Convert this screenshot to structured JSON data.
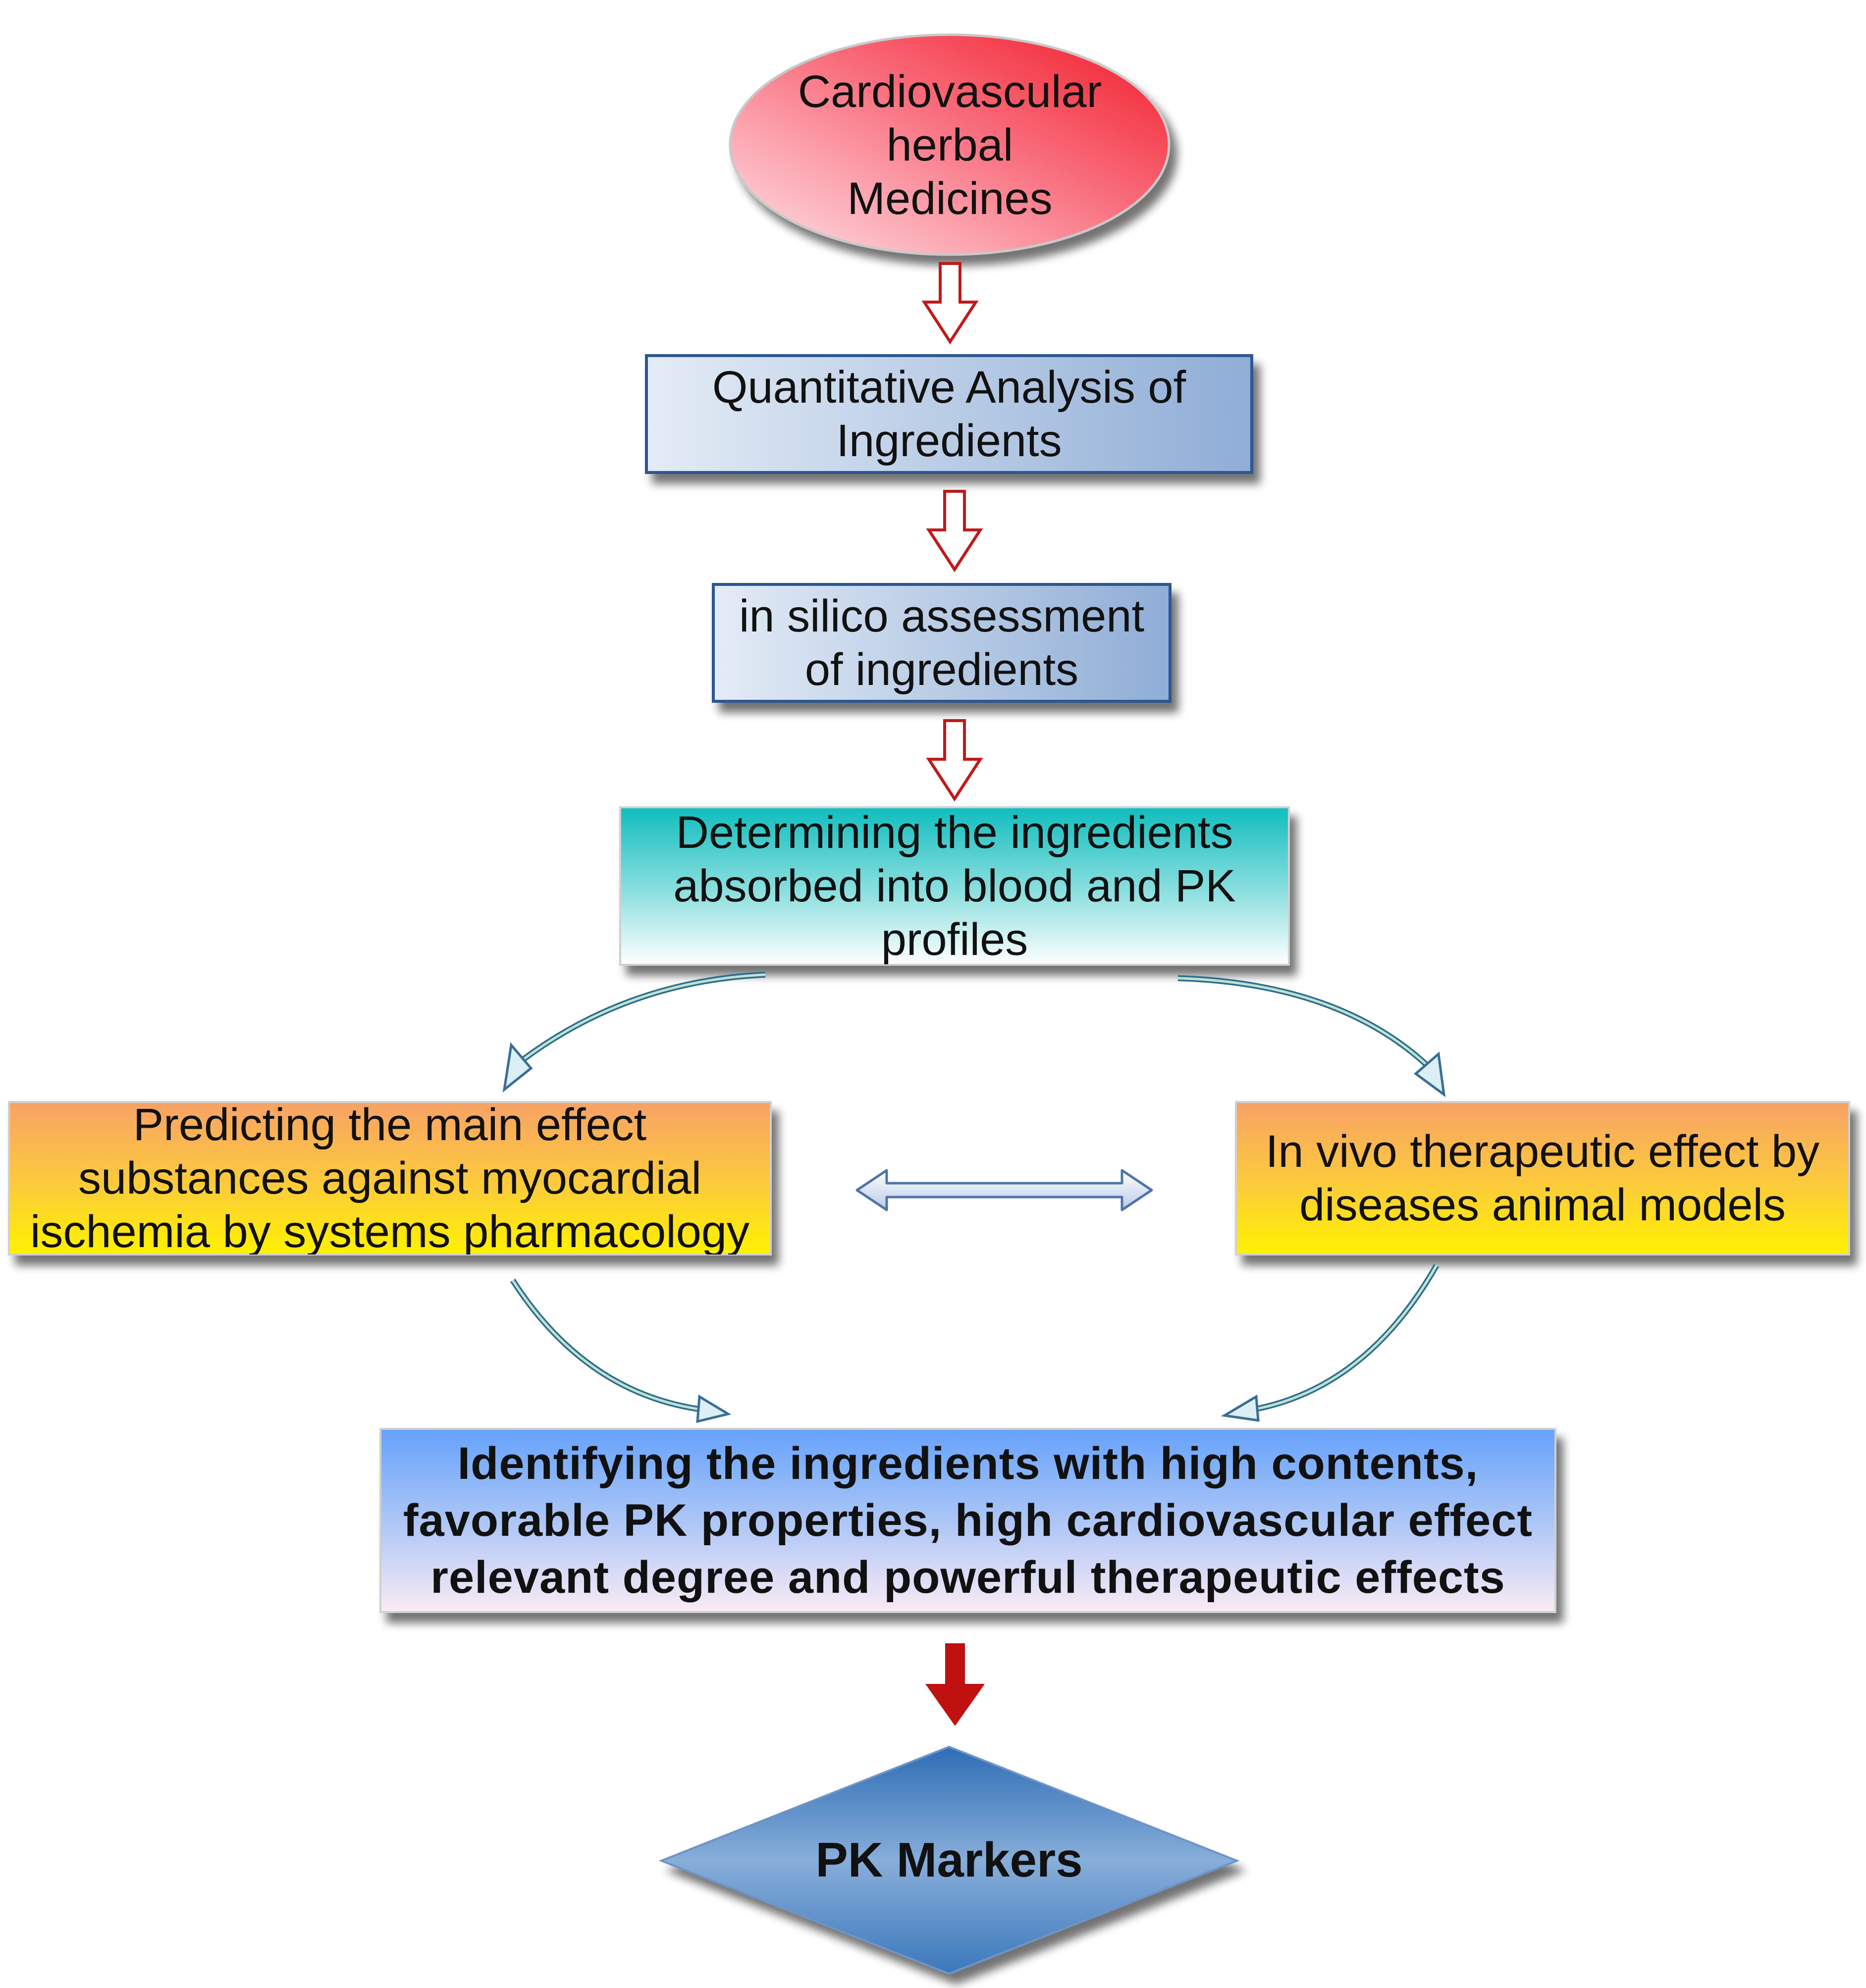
{
  "diagram": {
    "start": {
      "label": "Cardiovascular herbal Medicines"
    },
    "step_quantitative": {
      "label": "Quantitative Analysis of Ingredients"
    },
    "step_insilico": {
      "label": "in silico assessment of ingredients"
    },
    "step_absorbed": {
      "label": "Determining the ingredients absorbed into blood and PK profiles"
    },
    "step_predicting": {
      "label": "Predicting the main effect substances against myocardial ischemia by systems pharmacology"
    },
    "step_invivo": {
      "label": "In vivo therapeutic effect by diseases animal models"
    },
    "step_identifying": {
      "label": "Identifying the ingredients with high contents, favorable PK properties, high cardiovascular effect relevant degree and powerful therapeutic effects"
    },
    "end": {
      "label": "PK Markers"
    }
  },
  "colors": {
    "start_light": "#FDD7DE",
    "start_dark": "#F5212F",
    "box_light": "#E1EAF4",
    "box_dark": "#92B0D8",
    "teal": "#12BFC0",
    "orange": "#F7A565",
    "yellow": "#FFF000",
    "blue_box": "#6BA5FB",
    "pink_box": "#F8E8F4",
    "arrow_red": "#C01010",
    "diamond": "#3F7CBE"
  }
}
